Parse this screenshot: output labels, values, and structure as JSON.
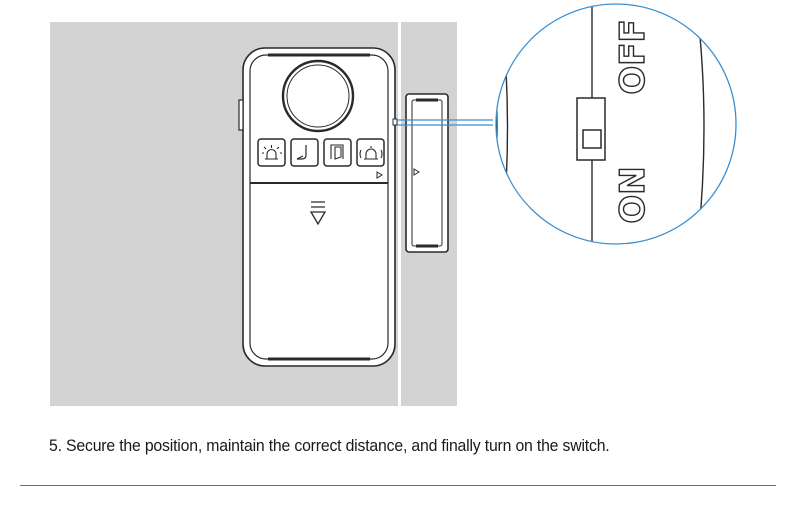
{
  "caption": "5. Secure the position, maintain the correct distance, and finally turn on the switch.",
  "switch_labels": {
    "on": "ON",
    "off": "OFF"
  },
  "icons": [
    "alarm-icon",
    "chime-footstep-icon",
    "door-icon",
    "doorbell-icon"
  ],
  "colors": {
    "wall": "#d3d3d3",
    "callout_line": "#3a8fd0",
    "outline": "#2a2a2a"
  }
}
